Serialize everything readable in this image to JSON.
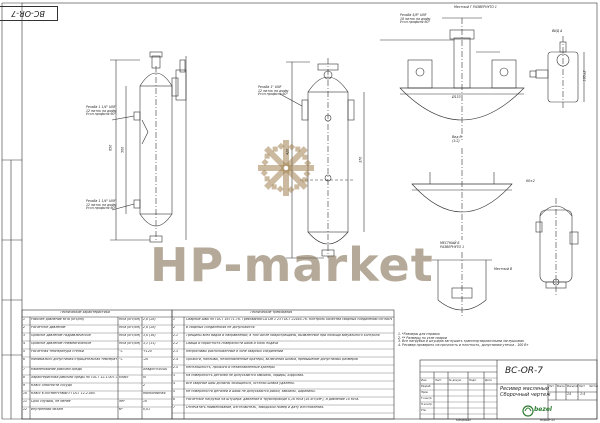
{
  "sheet": {
    "code": "ВС-ОR-7",
    "code_flipped": "ВС-ОR-7",
    "title_lines": [
      "Ресивер масляный",
      "Сборочный чертеж"
    ],
    "brand": "bezel",
    "mass": "14",
    "scale": "1:4",
    "sheet_label": "Формат А3",
    "kopir": "Копировал"
  },
  "watermark": {
    "text": "HP-market",
    "color": "#8c7a5a"
  },
  "callouts": {
    "left_thread_top": [
      "Резьба 1 1/4\" UNF",
      "12 ниток на дюйм",
      "Угол профиля 60°"
    ],
    "left_thread_bottom": [
      "Резьба 1 1/4\" UNF",
      "12 ниток на дюйм",
      "Угол профиля 60°"
    ],
    "mid_thread": [
      "Резьба 1\" UNF",
      "12 ниток на дюйм",
      "Угол профиля 60°"
    ],
    "top_thread": [
      "Резьба 5/8\" UNF",
      "18 ниток на дюйм",
      "Угол профиля 60°"
    ],
    "top_note": "Местный Г\nРАЗВЕРНУТО 1",
    "view_a": "ВИД А",
    "view_b": [
      "Вид В",
      "(1:2)"
    ],
    "local_b": [
      "МЕСТНЫЙ Б",
      "РАЗВЕРНУТО 1"
    ],
    "local_v": "Местный В",
    "dims": [
      "500",
      "650",
      "370",
      "420",
      "Ø114",
      "Ø133",
      "165±2",
      "60±2",
      "M8"
    ]
  },
  "tech_chars": {
    "title": "Технические характеристики",
    "rows": [
      [
        "1",
        "Рабочее давление МПа (кгс/см)",
        "МПа (кгс/см)",
        "2,8 (28)"
      ],
      [
        "2",
        "Расчетное давление",
        "МПа (кгс/см)",
        "2,8 (28)"
      ],
      [
        "3",
        "Пробное давление гидравлическое",
        "МПа (кгс/см)",
        "3,6 (36)"
      ],
      [
        "4",
        "Пробное давление пневматическое",
        "МПа (кгс/см)",
        "3,1 (31)"
      ],
      [
        "5",
        "Расчетная температура стенки",
        "°С",
        "+120"
      ],
      [
        "6",
        "Минимально допустимая отрицательная температура стенки, находящейся под давлением",
        "°С",
        "-20"
      ],
      [
        "7",
        "Наименование рабочей среды",
        "",
        "Хладон R404A"
      ],
      [
        "8",
        "Характеристика рабочей среды по ГОСТ 12.1.007-76",
        "класс",
        "IV"
      ],
      [
        "9",
        "Класс опасности сосуда",
        "",
        "2"
      ],
      [
        "10",
        "Класс в соответствии с ГОСТ 12.2.085",
        "",
        "Малоопасная"
      ],
      [
        "11",
        "Срок службы, не менее",
        "лет",
        "10"
      ],
      [
        "12",
        "Внутренний объем",
        "м³",
        "0,01"
      ]
    ]
  },
  "tech_reqs": {
    "title": "Технические требования",
    "rows": [
      [
        "1",
        "Сварные швы по ГОСТ 16771-76. Требования СА ОИ 1 23 ГОСТ 22445-76. Контроль качества сварных соединений согласно ГОСТ 19521."
      ],
      [
        "2",
        "В сварных соединениях не допускаются:"
      ],
      [
        "2.1",
        "Трещины всех видов и направлений, в том числе микротрещины, выявленные при помощи визуального контроля"
      ],
      [
        "2.2",
        "Свищи и пористость поверхности швов и зоны подачи"
      ],
      [
        "2.3",
        "Непроплавы расположенные в зоне сварных соединений"
      ],
      [
        "2.4",
        "Прожоги, наплывы, незаплавленные кратеры, включения шлака, превышение допустимых размеров"
      ],
      [
        "2.5",
        "Несплошность, прожоги и незаплавленные кратеры"
      ],
      [
        "3",
        "На поверхность деталей не допускаются забоины, задиры, коррозия."
      ],
      [
        "4",
        "Все сварные швы должны зачищаться, остатки шлака удалены."
      ],
      [
        "5",
        "Не поверхности деталей и швах не допускаются риски, забоины, царапины."
      ],
      [
        "6",
        "Расчетные нагрузки на штуцера: давление в трубопроводе 0,16 МПа (16 кгс/см²), и давление 10 МПа."
      ],
      [
        "7",
        "Отпечатать наименование, изготовитель, заводской номер и дату изготовления."
      ]
    ]
  },
  "notes": [
    "1. *Размеры для справок",
    "2. ** Размеры по узле сварки",
    "3. Все патрубки и штуцера заглушить транспортировочными заглушками.",
    "4. Ресивер проверить на прочность и плотность, допустимая утечка - 100 Вт"
  ],
  "stamp_rows": {
    "labels": [
      "Изм.",
      "Лист",
      "№ докум.",
      "Подп.",
      "Дата",
      "Разраб.",
      "Пров.",
      "Т.контр.",
      "Н.контр.",
      "Утв."
    ],
    "col_heads": [
      "Лит.",
      "Масса",
      "Масштаб",
      "Лист",
      "Листов"
    ]
  }
}
